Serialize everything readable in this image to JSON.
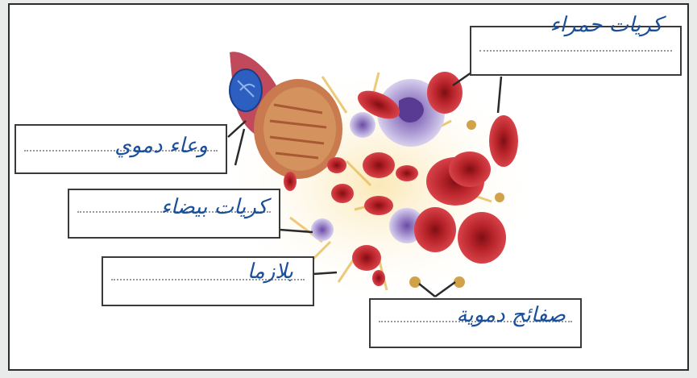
{
  "labels": [
    {
      "id": "red-cells",
      "text": "كريات حمراء"
    },
    {
      "id": "blood-vessel",
      "text": "وعاء دموي"
    },
    {
      "id": "white-cells",
      "text": "كريات بيضاء"
    },
    {
      "id": "plasma",
      "text": "بلازما"
    },
    {
      "id": "platelets",
      "text": "صفائح دموية"
    }
  ],
  "colors": {
    "ink": "#1a4f9c",
    "rbc": "#c0262c",
    "vessel": "#b3394a",
    "plasma": "#f2cf7a",
    "wbc": "#8d7bbf"
  }
}
